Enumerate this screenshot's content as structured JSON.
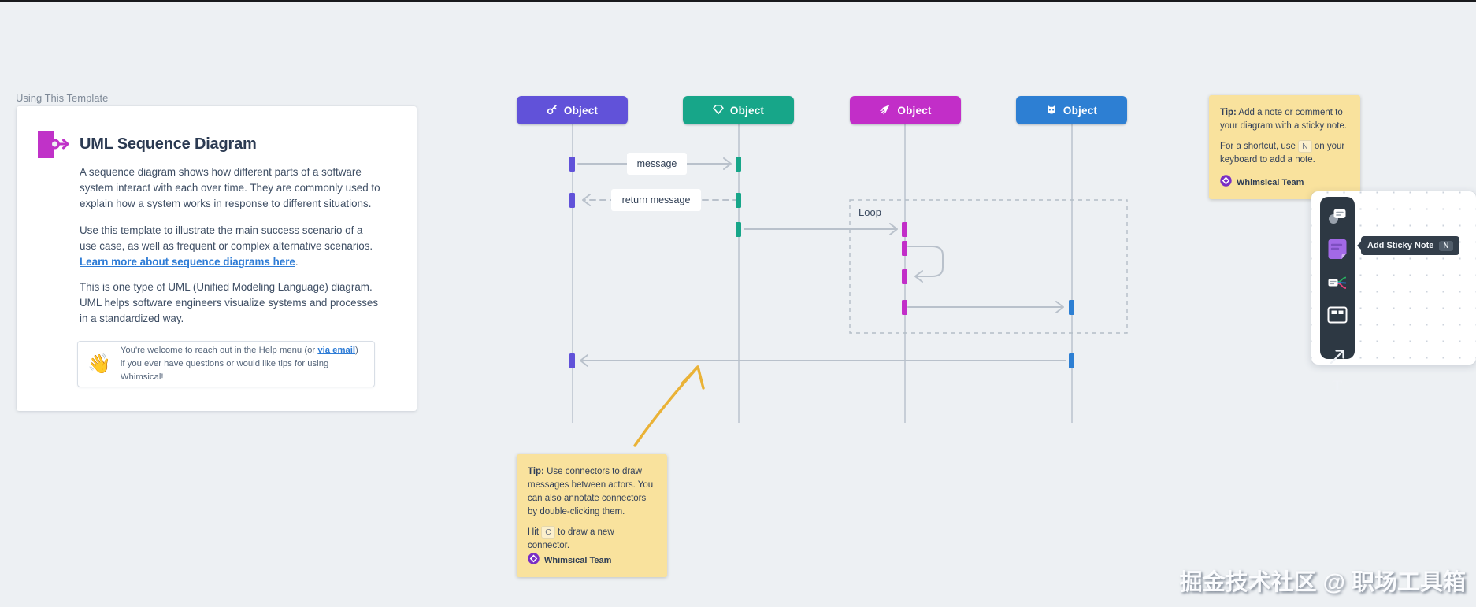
{
  "page": {
    "template_section_label": "Using This Template",
    "watermark": "掘金技术社区 @ 职场工具箱",
    "canvas_bg": "#edf0f3"
  },
  "info_card": {
    "title": "UML Sequence Diagram",
    "paragraph1": "A sequence diagram shows how different parts of a software system interact with each over time. They are commonly used to explain how a system works in response to different situations.",
    "paragraph2_text": "Use this template to illustrate the main success scenario of a use case, as well as frequent or complex alternative scenarios. ",
    "paragraph2_link": "Learn more about sequence diagrams here",
    "paragraph2_period": ".",
    "paragraph3": "This is one type of UML (Unified Modeling Language) diagram. UML helps software engineers visualize systems and processes in a standardized way.",
    "help_box": {
      "emoji": "👋",
      "text_before_link": "You're welcome to reach out in the Help menu (or ",
      "link": "via email",
      "text_after_link": ") if you ever have questions or would like tips for using Whimsical!"
    }
  },
  "diagram": {
    "objects": [
      {
        "label": "Object",
        "color": "#6152d9",
        "icon": "key-icon"
      },
      {
        "label": "Object",
        "color": "#17a689",
        "icon": "gem-icon"
      },
      {
        "label": "Object",
        "color": "#c22ec8",
        "icon": "rocket-icon"
      },
      {
        "label": "Object",
        "color": "#2d7fd3",
        "icon": "mask-icon"
      }
    ],
    "labels": {
      "message": "message",
      "return_message": "return message",
      "loop": "Loop"
    },
    "connector_color": "#b9c1cb",
    "lifeline_color": "#c7ced7"
  },
  "sticky_note_top": {
    "tip_bold": "Tip:",
    "line1": " Add a note or comment to your diagram with a sticky note.",
    "line2_before_key": "For a shortcut, use ",
    "shortcut_key": "N",
    "line2_after_key": " on your keyboard to add a note.",
    "author": "Whimsical Team",
    "bg_color": "#f9e29d"
  },
  "sticky_note_bottom": {
    "tip_bold": "Tip:",
    "line1": " Use connectors to draw messages between actors. You can also annotate connectors by double-clicking them.",
    "line2_before_key": "Hit ",
    "shortcut_key": "C",
    "line2_after_key": " to draw a new connector.",
    "author": "Whimsical Team",
    "bg_color": "#f9e29d"
  },
  "toolbar_panel": {
    "tooltip_label": "Add Sticky Note",
    "tooltip_key": "N",
    "toolbar_bg": "#2d3843",
    "icons": [
      "shapes-icon",
      "sticky-note-icon",
      "mindmap-icon",
      "frame-icon",
      "connector-arrow-icon",
      "text-icon"
    ]
  },
  "annotation_arrow_color": "#eab236"
}
